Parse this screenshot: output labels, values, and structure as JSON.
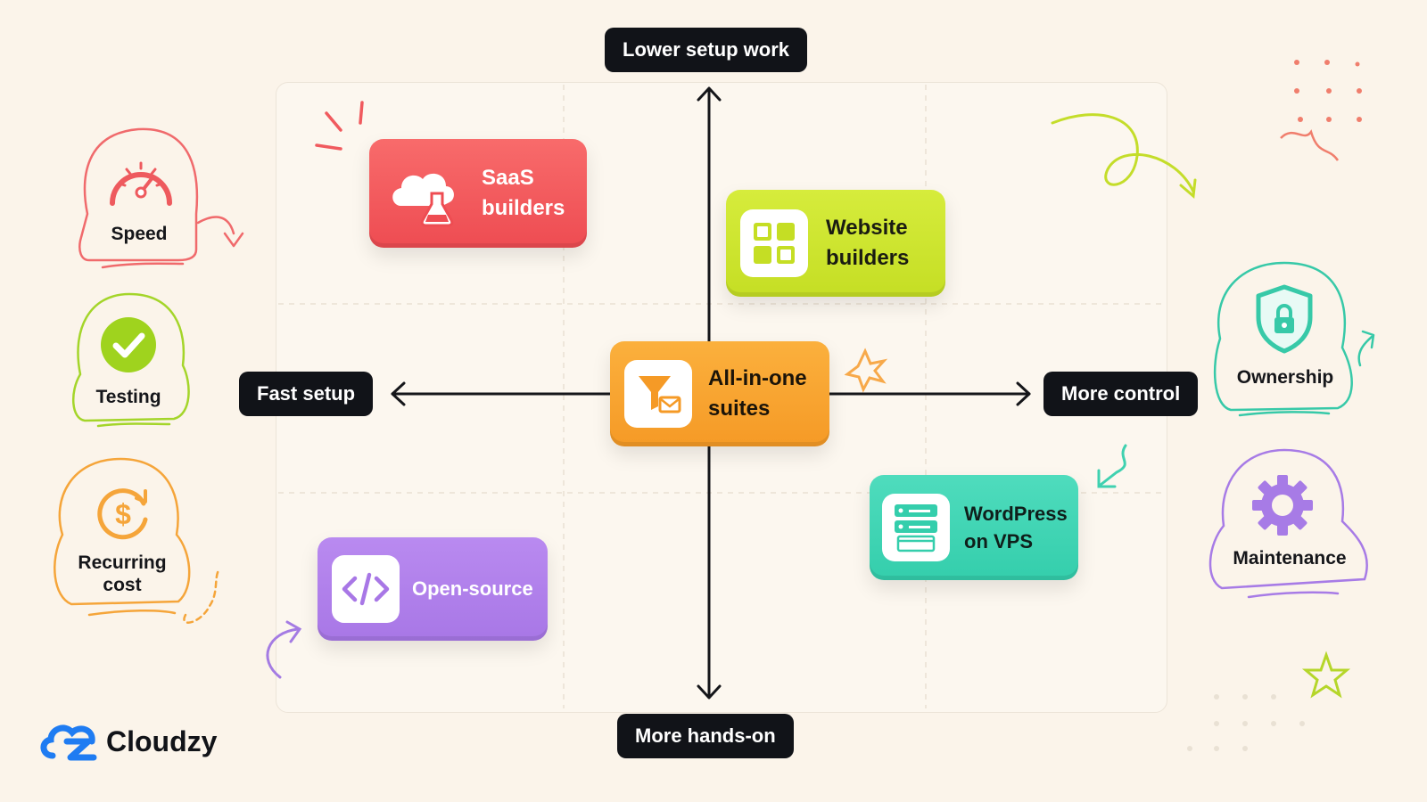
{
  "axes": {
    "top": "Lower setup work",
    "bottom": "More hands-on",
    "left": "Fast setup",
    "right": "More control"
  },
  "cards": {
    "saas": "SaaS builders",
    "website": "Website builders",
    "allinone": "All-in-one suites",
    "wordpress": "WordPress on VPS",
    "opensource": "Open-source"
  },
  "factors": {
    "speed": "Speed",
    "testing": "Testing",
    "recurring": "Recurring cost",
    "ownership": "Ownership",
    "maintenance": "Maintenance"
  },
  "logo": {
    "name": "Cloudzy"
  },
  "colors": {
    "saas": "#f25a5c",
    "website": "#c9e22a",
    "allinone": "#f8a330",
    "wordpress": "#3fd6b4",
    "opensource": "#b07ee8",
    "speed": "#f0676a",
    "testing": "#9fd31e",
    "recurring": "#f5a53a",
    "ownership": "#37c9a8",
    "maintenance": "#a77be6"
  }
}
